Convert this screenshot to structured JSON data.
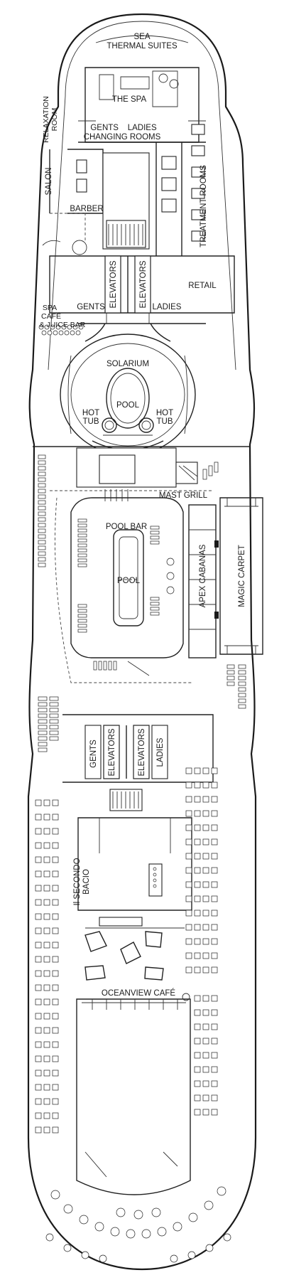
{
  "labels": {
    "sea_thermal_suites_1": "SEA",
    "sea_thermal_suites_2": "THERMAL SUITES",
    "the_spa": "THE SPA",
    "gents_ladies_top": "GENTS    LADIES",
    "changing_rooms": "CHANGING ROOMS",
    "relaxation_1": "RELAXATION",
    "relaxation_2": "ROOM",
    "salon": "SALON",
    "barber": "BARBER",
    "treatment_rooms": "TREATMENT ROOMS",
    "elevators": "ELEVATORS",
    "retail": "RETAIL",
    "gents": "GENTS",
    "ladies": "LADIES",
    "spa_cafe_1": "SPA",
    "spa_cafe_2": "CAFÉ",
    "spa_cafe_3": "& JUICE BAR",
    "solarium": "SOLARIUM",
    "pool": "POOL",
    "hot_tub_1": "HOT",
    "hot_tub_2": "TUB",
    "mast_grill": "MAST GRILL",
    "pool_bar": "POOL BAR",
    "apex_cabanas": "APEX CABANAS",
    "magic_carpet": "MAGIC CARPET",
    "il_secondo_1": "Il SECONDO",
    "il_secondo_2": "BACIO",
    "oceanview_cafe": "OCEANVIEW CAFÉ"
  }
}
